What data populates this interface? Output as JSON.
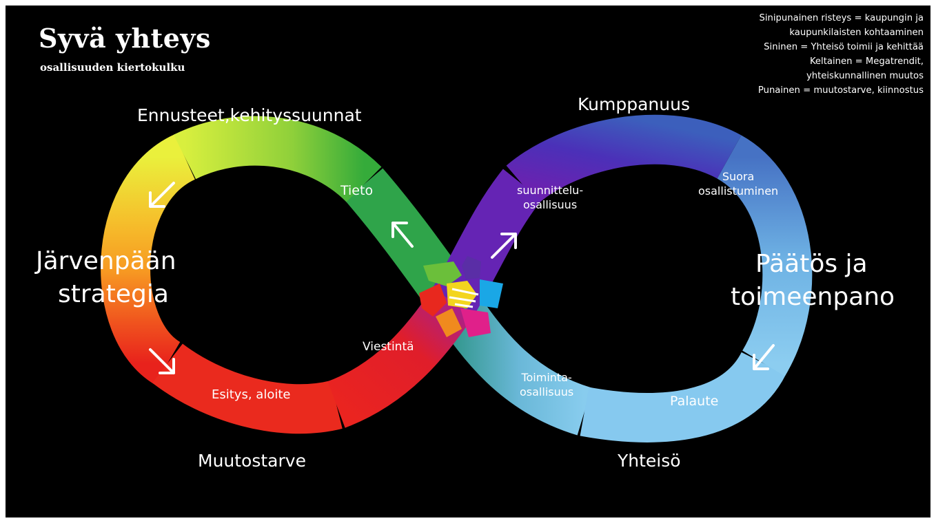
{
  "header": {
    "title": "Syvä yhteys",
    "subtitle": "osallisuuden kiertokulku"
  },
  "legend": {
    "lines": [
      "Sinipunainen risteys = kaupungin ja",
      "kaupunkilaisten kohtaaminen",
      "Sininen = Yhteisö toimii ja kehittää",
      "Keltainen = Megatrendit,",
      "yhteiskunnallinen muutos",
      "Punainen = muutostarve, kiinnostus"
    ]
  },
  "outer_labels": {
    "left_title_line1": "Järvenpään",
    "left_title_line2": "strategia",
    "right_title_line1": "Päätös ja",
    "right_title_line2": "toimeenpano",
    "top_left": "Ennusteet,kehityssuunnat",
    "top_right": "Kumppanuus",
    "bottom_left": "Muutostarve",
    "bottom_right": "Yhteisö"
  },
  "segment_labels": {
    "tieto": "Tieto",
    "suunnittelu_line1": "suunnittelu-",
    "suunnittelu_line2": "osallisuus",
    "suora_line1": "Suora",
    "suora_line2": "osallistuminen",
    "viestinta": "Viestintä",
    "esitys": "Esitys, aloite",
    "toiminta_line1": "Toiminta-",
    "toiminta_line2": "osallisuus",
    "palaute": "Palaute"
  },
  "colors": {
    "background": "#000000",
    "text": "#ffffff",
    "yellow": "#e8f040",
    "green": "#3fb23a",
    "orange": "#f7a21b",
    "red": "#e81e1e",
    "magenta": "#b0228a",
    "purple": "#5a24b8",
    "blue": "#3b55b8",
    "light_blue": "#7cc4ec",
    "teal": "#3a9c98"
  },
  "icons": [
    "arrow-icon",
    "hands-emblem-icon"
  ]
}
